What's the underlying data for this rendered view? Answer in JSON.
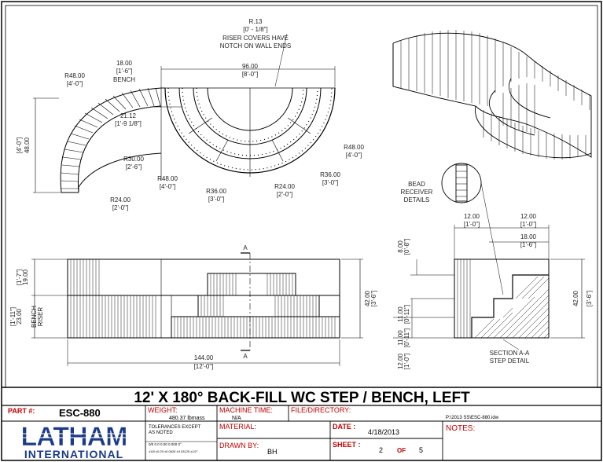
{
  "drawing": {
    "plan_labels": {
      "r13": "R.13",
      "r13_in": "[0' - 1/8\"]",
      "riser_note_1": "RISER COVERS HAVE",
      "riser_note_2": "NOTCH ON WALL ENDS",
      "r48_tl": "R48.00",
      "r48_tl_ft": "[4'-0\"]",
      "bench_w": "18.00",
      "bench_w_ft": "[1'-6\"]",
      "bench": "BENCH",
      "width96": "96.00",
      "width96_ft": "[8'-0\"]",
      "d21": "21.12",
      "d21_ft": "[1'-9 1/8\"]",
      "h48": "48.00",
      "h48_ft": "[4'-0\"]",
      "r30": "R30.00",
      "r30_ft": "[2'-6\"]",
      "r24_l": "R24.00",
      "r24_l_ft": "[2'-0\"]",
      "r48_bl": "R48.00",
      "r48_bl_ft": "[4'-0\"]",
      "r36_b": "R36.00",
      "r36_b_ft": "[3'-0\"]",
      "r24_c": "R24.00",
      "r24_c_ft": "[2'-0\"]",
      "r36_r": "R36.00",
      "r36_r_ft": "[3'-0\"]",
      "r48_r": "R48.00",
      "r48_r_ft": "[4'-0\"]"
    },
    "detail_labels": {
      "bead_1": "BEAD",
      "bead_2": "RECEIVER",
      "bead_3": "DETAILS"
    },
    "elevation_labels": {
      "h19": "19.00",
      "h19_ft": "[1'-7\"]",
      "h23": "23.00",
      "h23_ft": "[1'-11\"]",
      "bench": "BENCH",
      "riser": "RISER",
      "h42": "42.00",
      "h42_ft": "[3'-6\"]",
      "w144": "144.00",
      "w144_ft": "[12'-0\"]",
      "cut_a_top": "A",
      "cut_a_bottom": "A"
    },
    "section_labels": {
      "w12a": "12.00",
      "w12a_ft": "[1'-0\"]",
      "w12b": "12.00",
      "w12b_ft": "[1'-0\"]",
      "w18": "18.00",
      "w18_ft": "[1'-6\"]",
      "h8": "8.00",
      "h8_ft": "[0'-8\"]",
      "h11a": "11.00",
      "h11a_ft": "[0'-11\"]",
      "h11b": "11.00",
      "h11b_ft": "[0'-11\"]",
      "h12": "12.00",
      "h12_ft": "[1'-0\"]",
      "h42": "42.00",
      "h42_ft": "[3'-6\"]",
      "section_title": "SECTION A-A",
      "section_sub": "STEP DETAIL"
    }
  },
  "title_block": {
    "title": "12' X 180° BACK-FILL WC STEP / BENCH, LEFT",
    "part_label": "PART #:",
    "part_value": "ESC-880",
    "weight_label": "WEIGHT:",
    "weight_value": "480.37 lbmass",
    "machine_label": "MACHINE TIME:",
    "machine_value": "N/A",
    "file_label": "FILE/DIRECTORY:",
    "file_value": "P:\\2013 SS\\ESC-880.idw",
    "tol_1": "TOLERANCES EXCEPT",
    "tol_2": "AS NOTED",
    "tol_3": "0/0  0.0   0.00   0.000    0°",
    "tol_4": "±1/8  ±0.25  ±0.0625  ±0.03125  ±1/2°",
    "material_label": "MATERIAL:",
    "date_label": "DATE :",
    "date_value": "4/18/2013",
    "notes_label": "NOTES:",
    "drawn_label": "DRAWN BY:",
    "drawn_value": "BH",
    "sheet_label": "SHEET :",
    "sheet_num": "2",
    "sheet_of": "OF",
    "sheet_total": "5",
    "logo_1": "LATHAM",
    "logo_2": "INTERNATIONAL",
    "colors": {
      "blue": "#1a3a8a",
      "red": "#c00000"
    }
  }
}
